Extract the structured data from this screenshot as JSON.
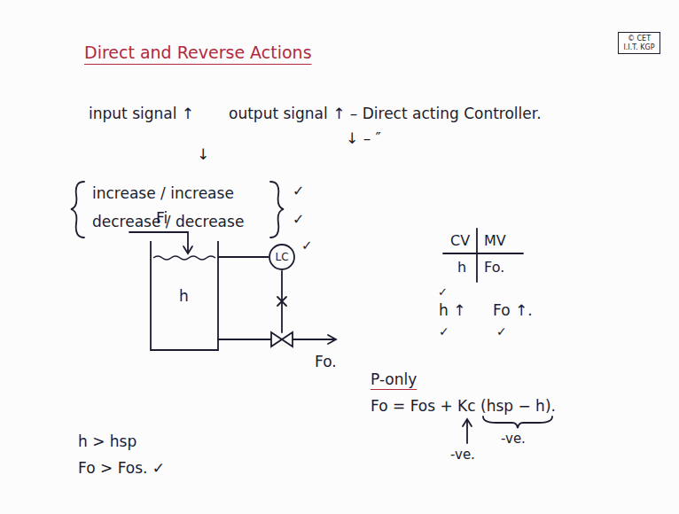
{
  "diagram": {
    "title": "Direct and Reverse Actions",
    "nodes": [
      {
        "text": [
          "© CET I.I.T. KGP"
        ]
      },
      {
        "text": [
          "h"
        ]
      },
      {
        "text": [
          "LC"
        ]
      }
    ],
    "edges": [
      {
        "from": 1,
        "to": 2,
        "arrow": "none"
      }
    ],
    "labels": [
      "input signal ↑",
      "output signal ↑ – Direct acting Controller.",
      "↓ – ″",
      "↓",
      "increase / increase",
      "decrease / decrease",
      "✓",
      "✓",
      "CV",
      "MV",
      "h",
      "Fo.",
      "✓",
      "h ↑",
      "Fo ↑.",
      "✓",
      "✓",
      "Fi",
      "✓",
      "Fo.",
      "h > hsp",
      "Fo > Fos. ✓",
      "P-only",
      "Fo = Fos + Kc (hsp − h).",
      "-ve.",
      "-ve."
    ]
  }
}
